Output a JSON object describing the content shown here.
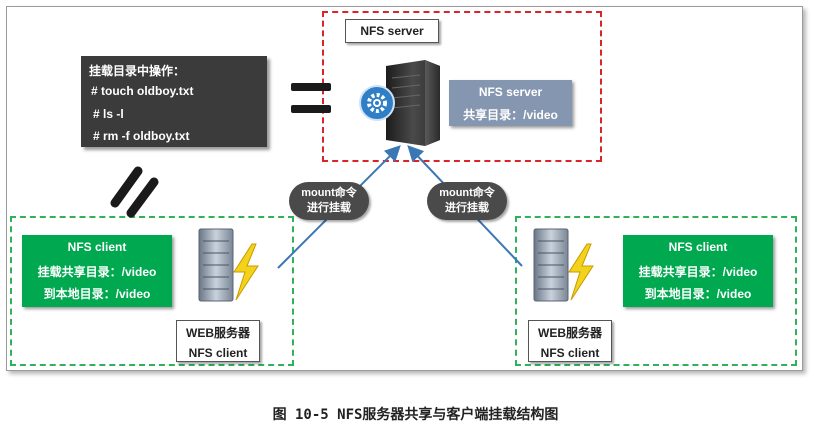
{
  "server_tag": "NFS server",
  "operations": {
    "title": "挂载目录中操作：",
    "lines": [
      "# touch oldboy.txt",
      "# ls -l",
      "# rm -f oldboy.txt"
    ]
  },
  "server_info": {
    "title": "NFS server",
    "share": "共享目录：/video"
  },
  "mount_pills": [
    {
      "line1": "mount命令",
      "line2": "进行挂载"
    },
    {
      "line1": "mount命令",
      "line2": "进行挂载"
    }
  ],
  "clients": [
    {
      "title": "NFS client",
      "mount": "挂载共享目录：/video",
      "local": "到本地目录：/video",
      "tag1": "WEB服务器",
      "tag2": "NFS client"
    },
    {
      "title": "NFS client",
      "mount": "挂载共享目录：/video",
      "local": "到本地目录：/video",
      "tag1": "WEB服务器",
      "tag2": "NFS client"
    }
  ],
  "caption": "图 10-5 NFS服务器共享与客户端挂载结构图",
  "colors": {
    "server_dash": "#d9242a",
    "client_dash": "#2fb25a",
    "client_box": "#00a94f",
    "server_box": "#8496b0",
    "arrow": "#3a77b5"
  }
}
